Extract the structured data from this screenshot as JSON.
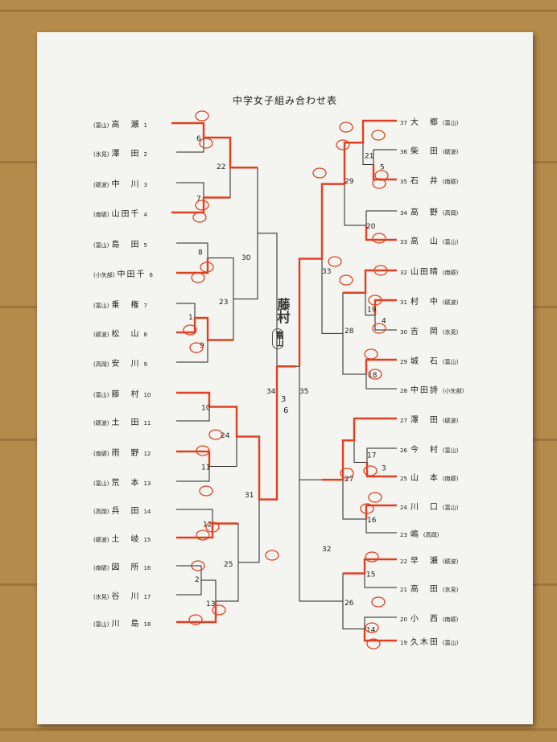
{
  "title": "中学女子組み合わせ表",
  "champion": {
    "name": "藤村",
    "region": "富山"
  },
  "final_score": {
    "left": "3",
    "right": "6"
  },
  "left_entries": [
    {
      "num": "1",
      "region": "富山",
      "name": "高　瀬"
    },
    {
      "num": "2",
      "region": "氷見",
      "name": "澤　田"
    },
    {
      "num": "3",
      "region": "砺波",
      "name": "中　川"
    },
    {
      "num": "4",
      "region": "南砺",
      "name": "山田千"
    },
    {
      "num": "5",
      "region": "富山",
      "name": "島　田"
    },
    {
      "num": "6",
      "region": "小矢部",
      "name": "中田千"
    },
    {
      "num": "7",
      "region": "富山",
      "name": "乗　権"
    },
    {
      "num": "8",
      "region": "砺波",
      "name": "松　山"
    },
    {
      "num": "9",
      "region": "高岡",
      "name": "安　川"
    },
    {
      "num": "10",
      "region": "富山",
      "name": "藤　村"
    },
    {
      "num": "11",
      "region": "砺波",
      "name": "土　田"
    },
    {
      "num": "12",
      "region": "南砺",
      "name": "雨　野"
    },
    {
      "num": "13",
      "region": "富山",
      "name": "荒　本"
    },
    {
      "num": "14",
      "region": "高岡",
      "name": "兵　田"
    },
    {
      "num": "15",
      "region": "砺波",
      "name": "土　岐"
    },
    {
      "num": "16",
      "region": "南砺",
      "name": "図　所"
    },
    {
      "num": "17",
      "region": "氷見",
      "name": "谷　川"
    },
    {
      "num": "18",
      "region": "富山",
      "name": "川　島"
    }
  ],
  "right_entries": [
    {
      "num": "37",
      "region": "富山",
      "name": "大　郷"
    },
    {
      "num": "36",
      "region": "砺波",
      "name": "柴　田"
    },
    {
      "num": "35",
      "region": "南砺",
      "name": "石　井"
    },
    {
      "num": "34",
      "region": "高岡",
      "name": "高　野"
    },
    {
      "num": "33",
      "region": "富山",
      "name": "高　山"
    },
    {
      "num": "32",
      "region": "南砺",
      "name": "山田晴"
    },
    {
      "num": "31",
      "region": "砺波",
      "name": "村　中"
    },
    {
      "num": "30",
      "region": "氷見",
      "name": "吉　岡"
    },
    {
      "num": "29",
      "region": "富山",
      "name": "城　石"
    },
    {
      "num": "28",
      "region": "小矢部",
      "name": "中田詩"
    },
    {
      "num": "27",
      "region": "砺波",
      "name": "澤　田"
    },
    {
      "num": "26",
      "region": "富山",
      "name": "今　村"
    },
    {
      "num": "25",
      "region": "南砺",
      "name": "山　本"
    },
    {
      "num": "24",
      "region": "富山",
      "name": "川　口"
    },
    {
      "num": "23",
      "region": "高岡",
      "name": "嶋"
    },
    {
      "num": "22",
      "region": "砺波",
      "name": "早　瀬"
    },
    {
      "num": "21",
      "region": "氷見",
      "name": "高　田"
    },
    {
      "num": "20",
      "region": "南砺",
      "name": "小　西"
    },
    {
      "num": "19",
      "region": "富山",
      "name": "久木田"
    }
  ],
  "match_labels": [
    {
      "id": "6"
    },
    {
      "id": "7"
    },
    {
      "id": "8"
    },
    {
      "id": "1"
    },
    {
      "id": "9"
    },
    {
      "id": "10"
    },
    {
      "id": "11"
    },
    {
      "id": "12"
    },
    {
      "id": "2"
    },
    {
      "id": "13"
    },
    {
      "id": "22"
    },
    {
      "id": "23"
    },
    {
      "id": "24"
    },
    {
      "id": "25"
    },
    {
      "id": "30"
    },
    {
      "id": "31"
    },
    {
      "id": "34"
    },
    {
      "id": "21"
    },
    {
      "id": "5"
    },
    {
      "id": "20"
    },
    {
      "id": "19"
    },
    {
      "id": "4"
    },
    {
      "id": "18"
    },
    {
      "id": "17"
    },
    {
      "id": "3"
    },
    {
      "id": "16"
    },
    {
      "id": "15"
    },
    {
      "id": "14"
    },
    {
      "id": "29"
    },
    {
      "id": "28"
    },
    {
      "id": "27"
    },
    {
      "id": "26"
    },
    {
      "id": "33"
    },
    {
      "id": "32"
    },
    {
      "id": "35"
    }
  ],
  "colors": {
    "ink": "#222222",
    "red_marker": "#e04020",
    "paper": "#f4f4f0",
    "wall": "#b58a4a"
  }
}
